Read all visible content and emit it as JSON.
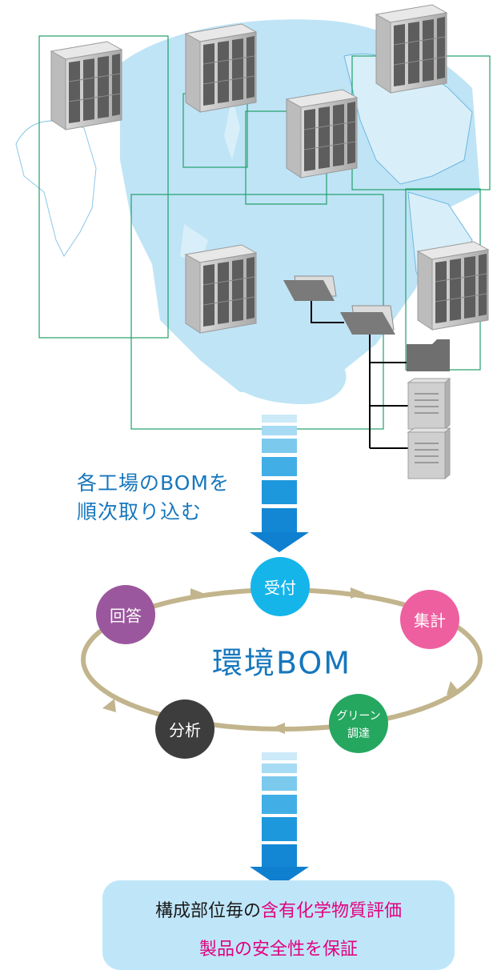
{
  "colors": {
    "map_land": "#bfe4f6",
    "frame_green": "#22a06b",
    "arrow_blue": "#1a8fd8",
    "cycle_ring": "#c2b48c",
    "title_blue": "#1677bd",
    "highlight_pink": "#e3007f",
    "result_box": "#bfe6f8"
  },
  "import_label": {
    "line1": "各工場のBOMを",
    "line2": "順次取り込む"
  },
  "cycle": {
    "title": "環境BOM",
    "nodes": [
      {
        "id": "receive",
        "label": "受付",
        "color": "#15b5ea"
      },
      {
        "id": "aggregate",
        "label": "集計",
        "color": "#ee5fa0"
      },
      {
        "id": "green",
        "label_line1": "グリーン",
        "label_line2": "調達",
        "color": "#26a760"
      },
      {
        "id": "analysis",
        "label": "分析",
        "color": "#3d3d3d"
      },
      {
        "id": "answer",
        "label": "回答",
        "color": "#9b579d"
      }
    ]
  },
  "result": {
    "line1_prefix": "構成部位毎の",
    "line1_highlight": "含有化学物質評価",
    "line2": "製品の安全性を保証"
  },
  "icons": [
    "server-icon",
    "folder-icon",
    "document-icon",
    "world-map"
  ]
}
